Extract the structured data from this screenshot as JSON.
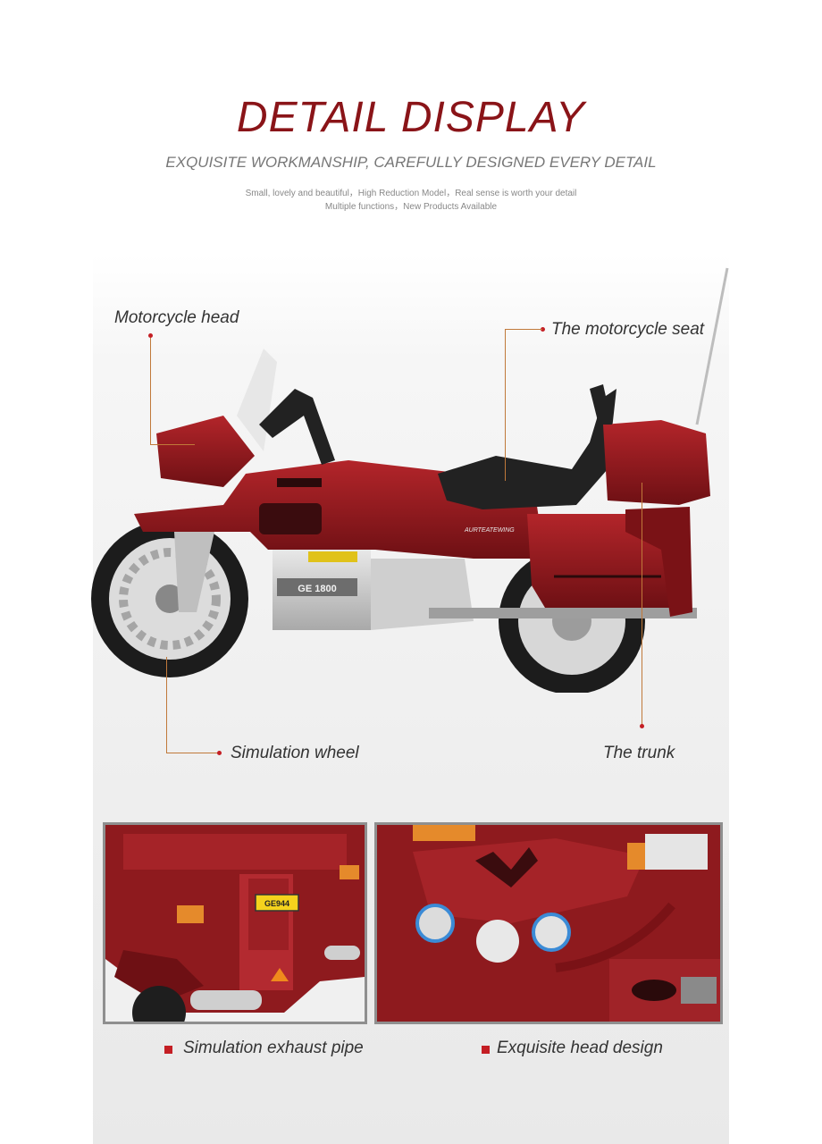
{
  "header": {
    "title": "DETAIL DISPLAY",
    "subtitle": "EXQUISITE WORKMANSHIP, CAREFULLY DESIGNED EVERY DETAIL",
    "tagline_1": "Small, lovely and beautiful，High Reduction Model，Real sense is worth your detail",
    "tagline_2": "Multiple functions，New Products Available"
  },
  "callouts": {
    "head": "Motorcycle head",
    "seat": "The motorcycle seat",
    "wheel": "Simulation wheel",
    "trunk": "The trunk"
  },
  "bike": {
    "model_plate": "GE 1800",
    "side_text": "AURTEATEWING"
  },
  "photos": [
    {
      "caption": "Simulation exhaust pipe",
      "plate": "GE944"
    },
    {
      "caption": "Exquisite head design"
    }
  ],
  "colors": {
    "accent": "#8a1418",
    "body_red": "#8e1a1e",
    "leader_line": "#c0793a",
    "dot_red": "#c41e24"
  }
}
